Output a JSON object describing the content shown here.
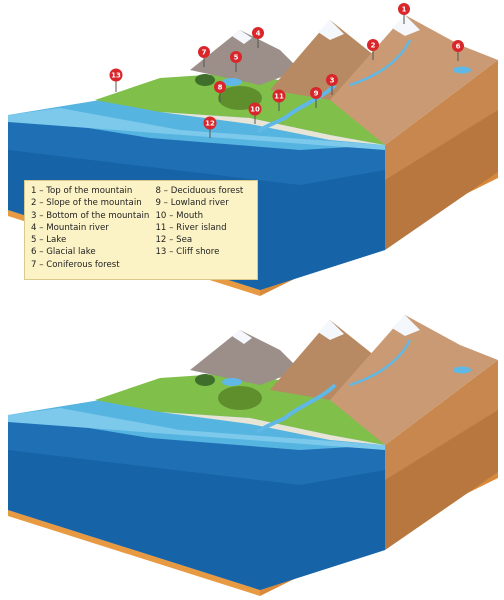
{
  "legend": {
    "items": [
      {
        "n": "1",
        "label": "Top of the mountain"
      },
      {
        "n": "2",
        "label": "Slope of the mountain"
      },
      {
        "n": "3",
        "label": "Bottom of the mountain"
      },
      {
        "n": "4",
        "label": "Mountain river"
      },
      {
        "n": "5",
        "label": "Lake"
      },
      {
        "n": "6",
        "label": "Glacial lake"
      },
      {
        "n": "7",
        "label": "Coniferous forest"
      },
      {
        "n": "8",
        "label": "Deciduous forest"
      },
      {
        "n": "9",
        "label": "Lowland river"
      },
      {
        "n": "10",
        "label": "Mouth"
      },
      {
        "n": "11",
        "label": "River island"
      },
      {
        "n": "12",
        "label": "Sea"
      },
      {
        "n": "13",
        "label": "Cliff shore"
      }
    ]
  },
  "markers": [
    "1",
    "2",
    "3",
    "4",
    "5",
    "6",
    "7",
    "8",
    "9",
    "10",
    "11",
    "12",
    "13"
  ],
  "colors": {
    "sea_top": "#4aa8d8",
    "sea_front": "#1f6fb5",
    "sea_deep": "#0d4f8f",
    "land_green": "#7fbf4a",
    "mountain_brown": "#b88a63",
    "mountain_grey": "#9c8f89",
    "snow": "#f4f7fb",
    "sand": "#e8a04a",
    "earth": "#c8874e",
    "legend_bg": "#fbf3c6",
    "marker_red": "#d9262a"
  }
}
